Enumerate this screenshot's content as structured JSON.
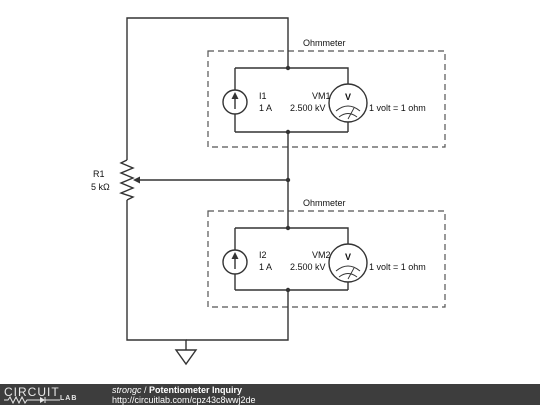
{
  "diagram": {
    "resistor": {
      "name": "R1",
      "value": "5 kΩ"
    },
    "ohmmeters": [
      {
        "title": "Ohmmeter",
        "source": {
          "name": "I1",
          "value": "1 A"
        },
        "meter": {
          "name": "VM1",
          "value": "2.500 kV",
          "symbol": "V",
          "scale": "1 volt = 1 ohm"
        }
      },
      {
        "title": "Ohmmeter",
        "source": {
          "name": "I2",
          "value": "1 A"
        },
        "meter": {
          "name": "VM2",
          "value": "2.500 kV",
          "symbol": "V",
          "scale": "1 volt = 1 ohm"
        }
      }
    ]
  },
  "footer": {
    "logo_top": "CIRCUIT",
    "logo_bottom": "LAB",
    "author": "strongc",
    "separator": " / ",
    "title": "Potentiometer Inquiry",
    "url": "http://circuitlab.com/cpz43c8wwj2de"
  }
}
